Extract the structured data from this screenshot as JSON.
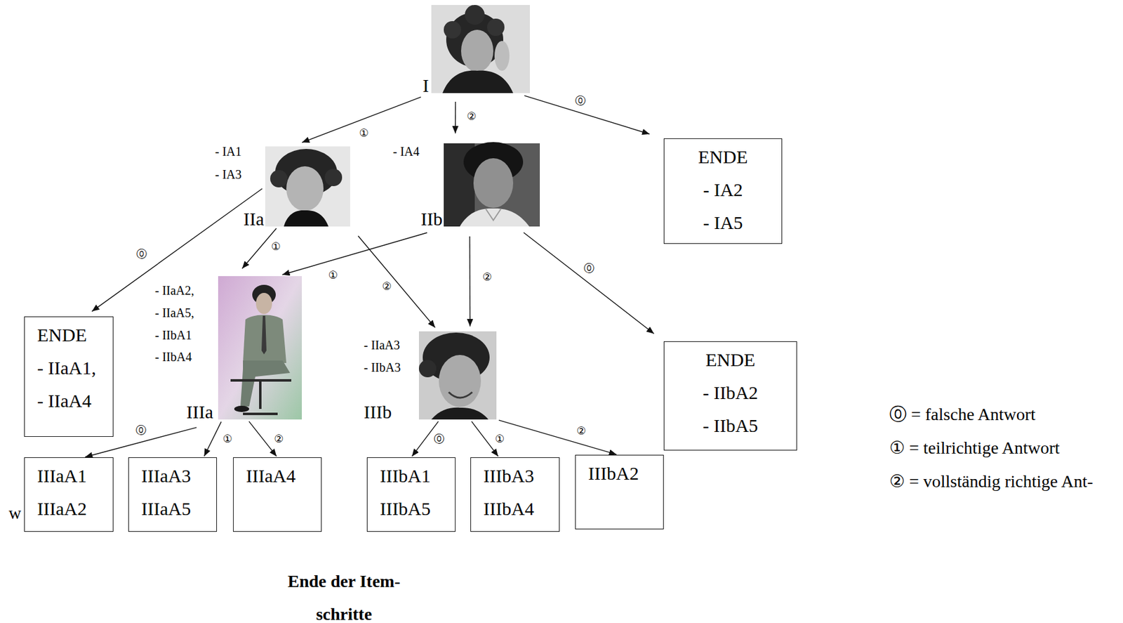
{
  "diagram": {
    "caption": "Ende der Item- schritte",
    "nodes": [
      {
        "text": [
          "I"
        ]
      },
      {
        "text": [
          "- IA1",
          "- IA3",
          "IIa"
        ]
      },
      {
        "text": [
          "- IA4",
          "IIb"
        ]
      },
      {
        "text": [
          "ENDE",
          "- IA2",
          "- IA5"
        ]
      },
      {
        "text": [
          "ENDE",
          "- IIaA1,",
          "- IIaA4"
        ]
      },
      {
        "text": [
          "- IIaA2,",
          "- IIaA5,",
          "- IIbA1",
          "- IIbA4",
          "IIIa"
        ]
      },
      {
        "text": [
          "- IIaA3",
          "- IIbA3",
          "IIIb"
        ]
      },
      {
        "text": [
          "ENDE",
          "- IIbA2",
          "- IIbA5"
        ]
      },
      {
        "text": [
          "IIIaA1",
          "IIIaA2"
        ]
      },
      {
        "text": [
          "IIIaA3",
          "IIIaA5"
        ]
      },
      {
        "text": [
          "IIIaA4"
        ]
      },
      {
        "text": [
          "IIIbA1",
          "IIIbA5"
        ]
      },
      {
        "text": [
          "IIIbA3",
          "IIIbA4"
        ]
      },
      {
        "text": [
          "IIIbA2"
        ]
      }
    ],
    "edges": [
      {
        "from": 0,
        "to": 1,
        "arrow": "to",
        "label": "①"
      },
      {
        "from": 0,
        "to": 2,
        "arrow": "to",
        "label": "②"
      },
      {
        "from": 0,
        "to": 3,
        "arrow": "to",
        "label": "⓪"
      },
      {
        "from": 1,
        "to": 4,
        "arrow": "to",
        "label": "⓪"
      },
      {
        "from": 1,
        "to": 5,
        "arrow": "to",
        "label": "①"
      },
      {
        "from": 1,
        "to": 6,
        "arrow": "to",
        "label": "②"
      },
      {
        "from": 2,
        "to": 5,
        "arrow": "to",
        "label": "①"
      },
      {
        "from": 2,
        "to": 6,
        "arrow": "to",
        "label": "②"
      },
      {
        "from": 2,
        "to": 7,
        "arrow": "to",
        "label": "⓪"
      },
      {
        "from": 5,
        "to": 8,
        "arrow": "to",
        "label": "⓪"
      },
      {
        "from": 5,
        "to": 9,
        "arrow": "to",
        "label": "①"
      },
      {
        "from": 5,
        "to": 10,
        "arrow": "to",
        "label": "②"
      },
      {
        "from": 6,
        "to": 11,
        "arrow": "to",
        "label": "⓪"
      },
      {
        "from": 6,
        "to": 12,
        "arrow": "to",
        "label": "①"
      },
      {
        "from": 6,
        "to": 13,
        "arrow": "to",
        "label": "②"
      }
    ],
    "labels": [
      "w"
    ],
    "legend": [
      {
        "text": "⓪ = falsche Antwort"
      },
      {
        "text": "① = teilrichtige Antwort"
      },
      {
        "text": "② = vollständig richtige Ant-"
      }
    ]
  }
}
